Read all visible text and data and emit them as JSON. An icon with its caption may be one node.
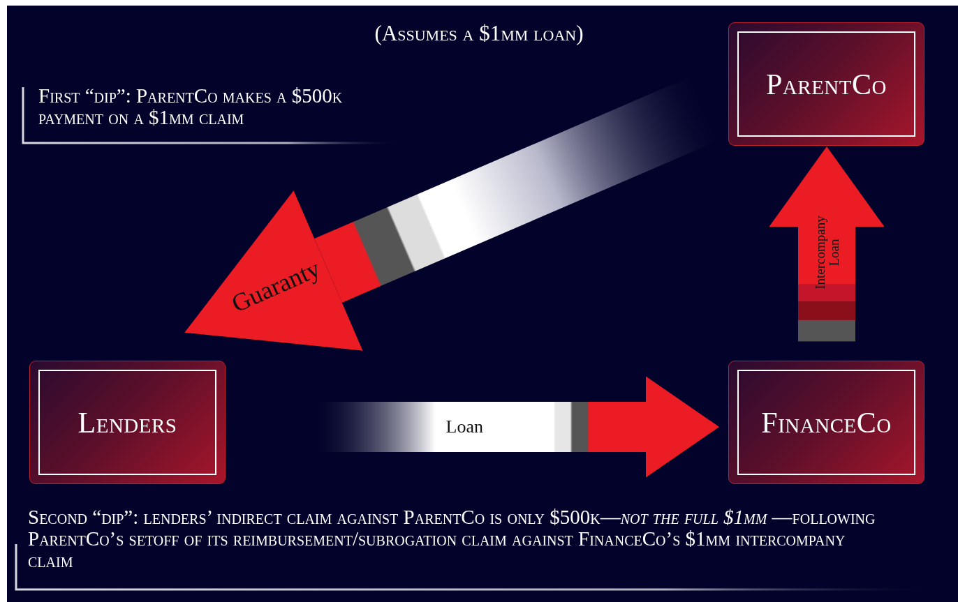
{
  "diagram": {
    "title": "(Assumes a $1mm loan)",
    "nodes": [
      {
        "text": [
          "ParentCo"
        ]
      },
      {
        "text": [
          "Lenders"
        ]
      },
      {
        "text": [
          "FinanceCo"
        ]
      }
    ],
    "edges": [
      {
        "from": 0,
        "to": 1,
        "arrow": "to",
        "label": "Guaranty",
        "style": "thick"
      },
      {
        "from": 1,
        "to": 2,
        "arrow": "to",
        "label": "Loan",
        "style": "thick"
      },
      {
        "from": 2,
        "to": 0,
        "arrow": "to",
        "label": "Intercompany Loan",
        "style": "thick"
      }
    ],
    "labels": [
      "First “dip”: ParentCo makes a $500k payment on a $1mm claim",
      "Second “dip”: lenders’ indirect claim against ParentCo is only $500k—*not the full $1mm* —following ParentCo’s setoff of its reimbursement/subrogation claim against FinanceCo’s $1mm intercompany claim"
    ]
  }
}
